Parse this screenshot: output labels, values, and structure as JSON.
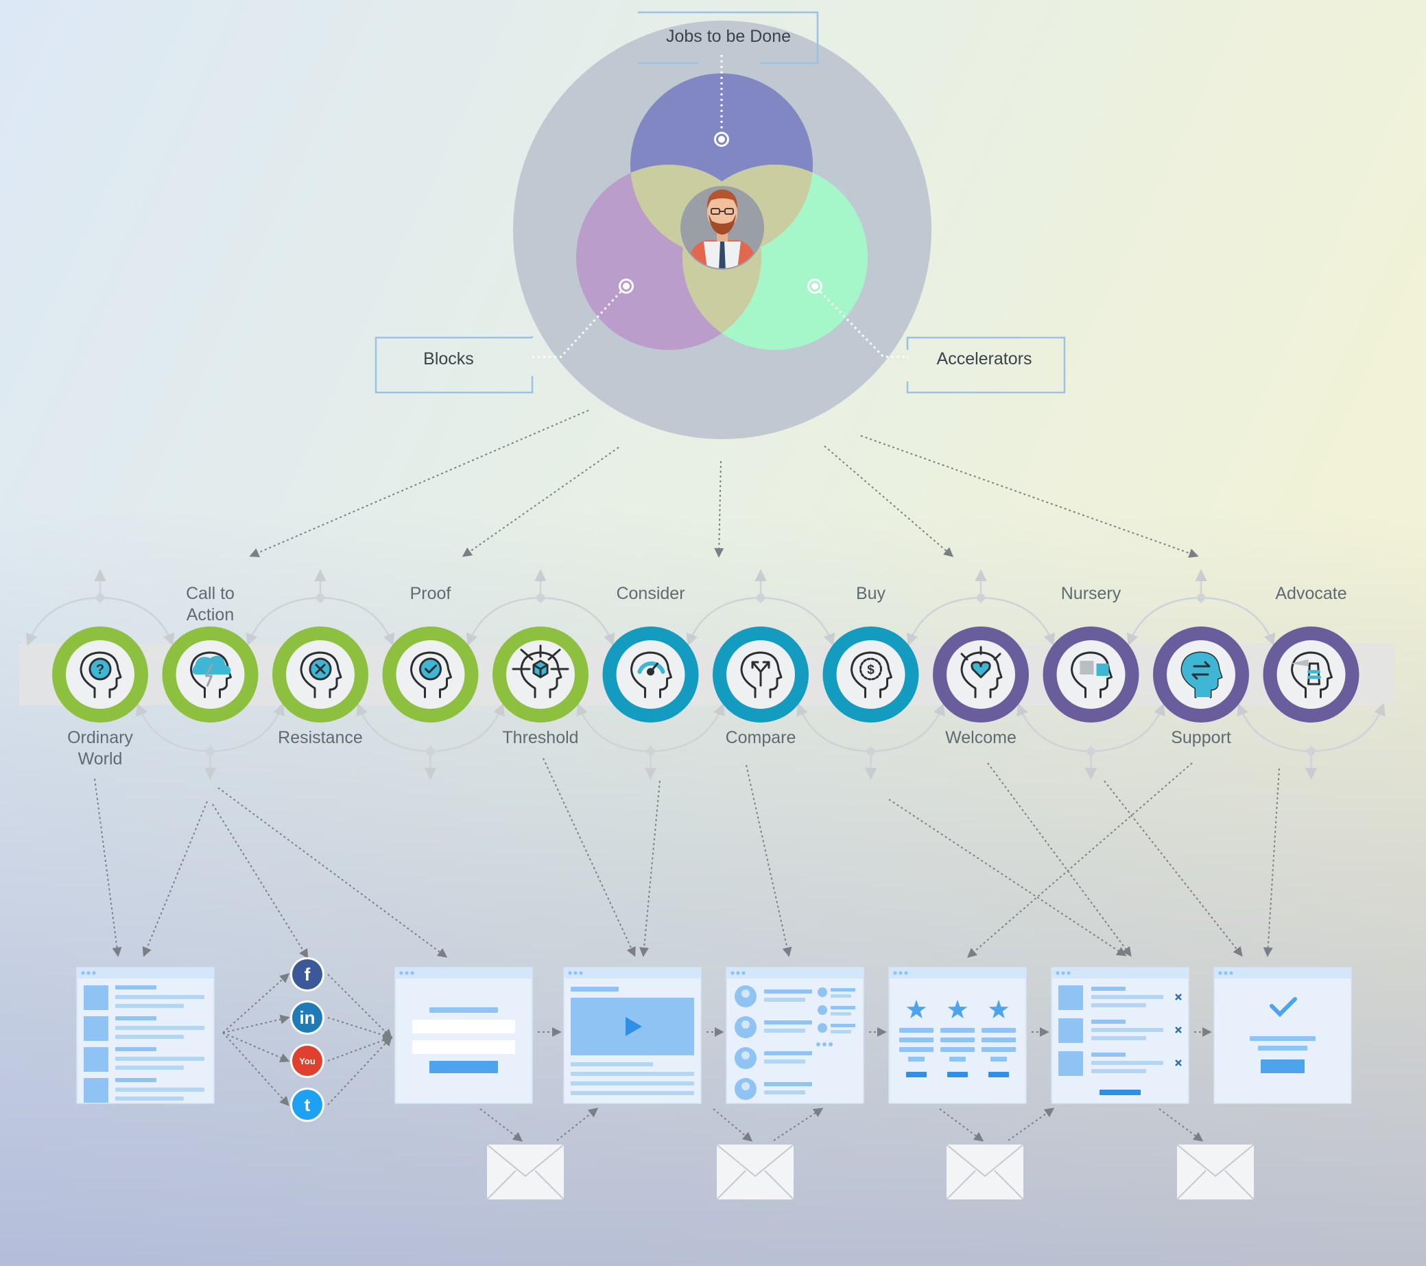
{
  "venn": {
    "jobs_label": "Jobs to be Done",
    "blocks_label": "Blocks",
    "accelerators_label": "Accelerators"
  },
  "stages": [
    {
      "label": "Ordinary\nWorld",
      "group": "green",
      "icon": "head-question-icon",
      "label_pos": "below"
    },
    {
      "label": "Call to\nAction",
      "group": "green",
      "icon": "head-cloud-lightning-icon",
      "label_pos": "above"
    },
    {
      "label": "Resistance",
      "group": "green",
      "icon": "head-x-icon",
      "label_pos": "below"
    },
    {
      "label": "Proof",
      "group": "green",
      "icon": "head-check-icon",
      "label_pos": "above"
    },
    {
      "label": "Threshold",
      "group": "green",
      "icon": "head-cube-arrows-icon",
      "label_pos": "below"
    },
    {
      "label": "Consider",
      "group": "blue",
      "icon": "head-speedometer-icon",
      "label_pos": "above"
    },
    {
      "label": "Compare",
      "group": "blue",
      "icon": "head-fork-icon",
      "label_pos": "below"
    },
    {
      "label": "Buy",
      "group": "blue",
      "icon": "head-dollar-icon",
      "label_pos": "above"
    },
    {
      "label": "Welcome",
      "group": "purple",
      "icon": "head-heart-bulb-icon",
      "label_pos": "below"
    },
    {
      "label": "Nursery",
      "group": "purple",
      "icon": "head-puzzle-icon",
      "label_pos": "above"
    },
    {
      "label": "Support",
      "group": "purple",
      "icon": "head-exchange-icon",
      "label_pos": "below"
    },
    {
      "label": "Advocate",
      "group": "purple",
      "icon": "head-lighthouse-icon",
      "label_pos": "above"
    }
  ],
  "social": [
    {
      "name": "facebook",
      "glyph": "f",
      "color": "#3b5998"
    },
    {
      "name": "linkedin",
      "glyph": "in",
      "color": "#1f7bb6"
    },
    {
      "name": "youtube",
      "glyph": "You",
      "color": "#e0412f"
    },
    {
      "name": "twitter",
      "glyph": "t",
      "color": "#1da1f2"
    }
  ],
  "screens": [
    "list-page",
    "form-page",
    "video-page",
    "contacts-page",
    "rating-page",
    "cart-page",
    "confirmation-page"
  ],
  "colors": {
    "green": "#8dc03f",
    "blue": "#139cbf",
    "purple": "#6a5d9b",
    "venn_outer": "#c0c9d1",
    "venn_top": "#8187c3",
    "venn_left": "#ba9dcb",
    "venn_right": "#a5f7c9",
    "venn_overlap": "#c9cd9f",
    "screen_bg": "#e8f1fb",
    "screen_accent": "#8ec3f3"
  }
}
